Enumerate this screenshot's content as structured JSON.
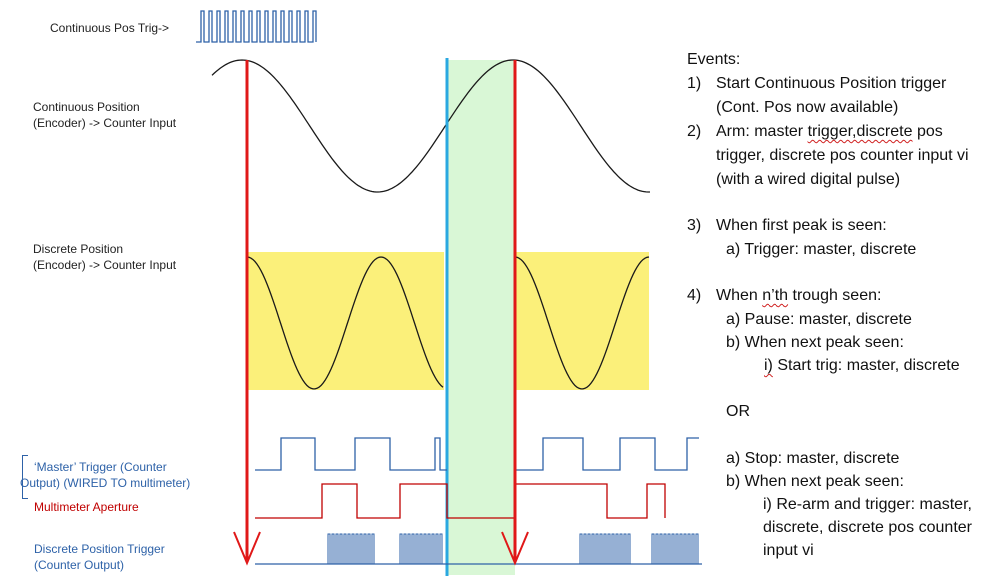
{
  "labels": {
    "cont_pos_trig": "Continuous Pos Trig->",
    "cont_pos_line1": "Continuous Position",
    "cont_pos_line2": "(Encoder) -> Counter Input",
    "disc_pos_line1": "Discrete Position",
    "disc_pos_line2": "(Encoder) -> Counter Input",
    "master_line1": "‘Master’ Trigger (Counter",
    "master_line2": "Output) (WIRED TO multimeter)",
    "aperture": "Multimeter Aperture",
    "disc_trig_line1": "Discrete Position Trigger",
    "disc_trig_line2": "(Counter Output)"
  },
  "events": {
    "heading": "Events:",
    "e1_num": "1)",
    "e1_l1": "Start Continuous Position trigger",
    "e1_l2": "(Cont. Pos now available)",
    "e2_num": "2)",
    "e2_l1_a": "Arm: master ",
    "e2_l1_b": "trigger,discrete",
    "e2_l1_c": " pos",
    "e2_l2": "trigger, discrete pos counter input vi",
    "e2_l3": "(with a wired digital pulse)",
    "e3_num": "3)",
    "e3_l1": "When first peak is seen:",
    "e3_l2": "a) Trigger: master, discrete",
    "e4_num": "4)",
    "e4_l1_a": "When ",
    "e4_l1_b": "n’th",
    "e4_l1_c": " trough seen:",
    "e4_a": "a)   Pause: master, discrete",
    "e4_b": "b)   When next peak seen:",
    "e4_bi_a": "i)",
    "e4_bi_b": " Start trig: master, discrete",
    "or": "OR",
    "alt_a": "a) Stop: master, discrete",
    "alt_b": "b) When next peak seen:",
    "alt_bi_1": "i) Re-arm and trigger: master,",
    "alt_bi_2": "discrete, discrete pos counter",
    "alt_bi_3": "input vi"
  },
  "colors": {
    "black_wave": "#1a1a1a",
    "yellow_fill": "#fbf07a",
    "green_fill": "#d9f7d6",
    "cyan_line": "#2aa8e0",
    "red_arrow": "#e01818",
    "blue_signal": "#2e62a8",
    "red_signal": "#c00000"
  }
}
